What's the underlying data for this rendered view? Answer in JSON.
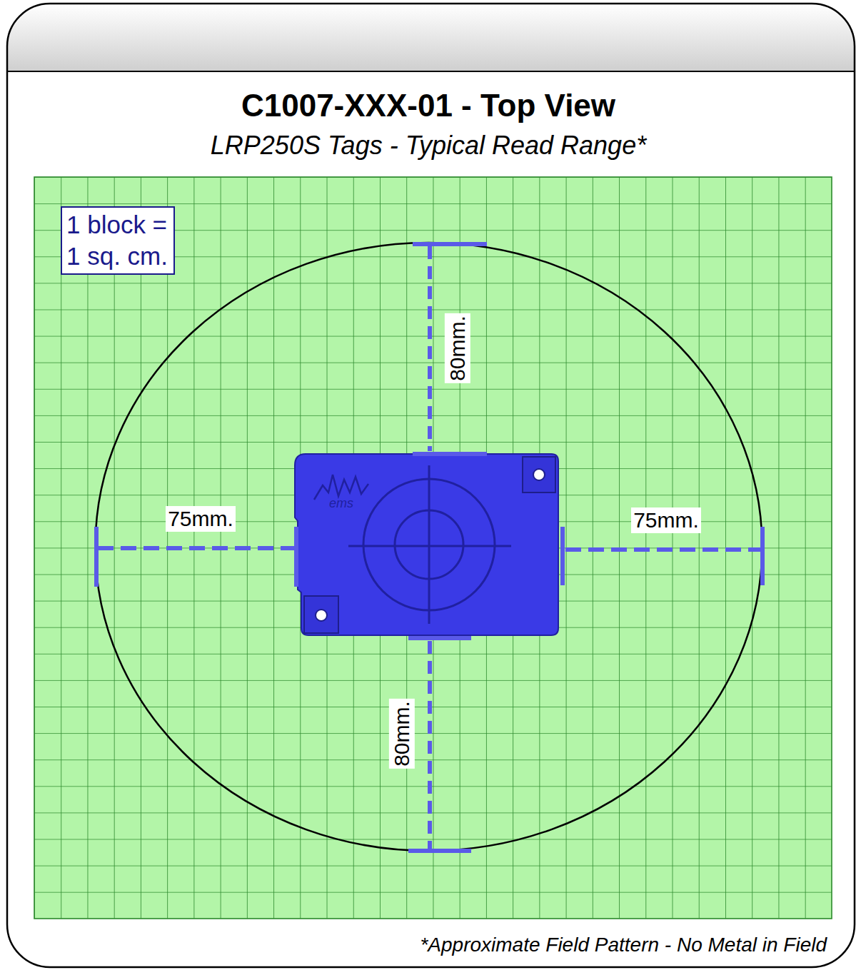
{
  "diagram": {
    "title": "C1007-XXX-01 - Top View",
    "caption": "*Approximate Field Pattern - No Metal in Field",
    "nodes": [
      {
        "text": [
          "1 block = 1 sq. cm."
        ]
      }
    ],
    "edges": [],
    "labels": [
      "LRP250S Tags - Typical Read Range*",
      "80mm.",
      "ems",
      "75mm.",
      "75mm.",
      "80mm."
    ]
  }
}
